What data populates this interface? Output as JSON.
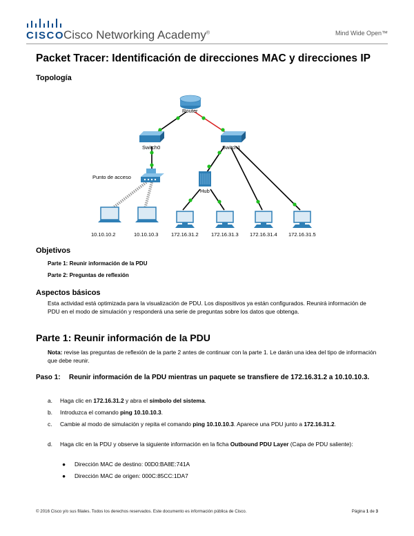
{
  "header": {
    "logo_word": "CISCO",
    "academy": "Cisco Networking Academy",
    "trademark": "®",
    "tagline": "Mind Wide Open™"
  },
  "document": {
    "title": "Packet Tracer: Identificación de direcciones MAC y direcciones IP",
    "topology_heading": "Topología"
  },
  "topology": {
    "router_label": "Router",
    "switch0_label": "Switch0",
    "switch1_label": "Switch1",
    "ap_label": "Punto de acceso",
    "hub_label": "Hub",
    "pc1_ip": "10.10.10.2",
    "pc2_ip": "10.10.10.3",
    "pc3_ip": "172.16.31.2",
    "pc4_ip": "172.16.31.3",
    "pc5_ip": "172.16.31.4",
    "pc6_ip": "172.16.31.5"
  },
  "objectives": {
    "heading": "Objetivos",
    "part1": "Parte 1: Reunir información de la PDU",
    "part2": "Parte 2: Preguntas de reflexión"
  },
  "background": {
    "heading": "Aspectos básicos",
    "text": "Esta actividad está optimizada para la visualización de PDU. Los dispositivos ya están configurados. Reunirá información de PDU en el modo de simulación y responderá una serie de preguntas sobre los datos que obtenga."
  },
  "part1": {
    "heading": "Parte 1: Reunir información de la PDU",
    "note_label": "Nota:",
    "note_text": " revise las preguntas de reflexión de la parte 2 antes de continuar con la parte 1. Le darán una idea del tipo de información que debe reunir.",
    "step_num": "Paso 1:",
    "step_title": "Reunir información de la PDU mientras un paquete se transfiere de 172.16.31.2 a 10.10.10.3.",
    "a_label": "a.",
    "a_pre": "Haga clic en ",
    "a_ip": "172.16.31.2",
    "a_mid": " y abra el ",
    "a_bold": "símbolo del sistema",
    "a_end": ".",
    "b_label": "b.",
    "b_pre": "Introduzca el comando ",
    "b_bold": "ping 10.10.10.3",
    "b_end": ".",
    "c_label": "c.",
    "c_pre": "Cambie al modo de simulación y repita el comando ",
    "c_bold": "ping 10.10.10.3",
    "c_mid": ". Aparece una PDU junto a ",
    "c_ip": "172.16.31.2",
    "c_end": ".",
    "d_label": "d.",
    "d_pre": "Haga clic en la PDU y observe la siguiente información en la ficha ",
    "d_bold": "Outbound PDU Layer",
    "d_end": " (Capa de PDU saliente):",
    "bullet1": "Dirección MAC de destino: 00D0:BA8E:741A",
    "bullet2": "Dirección MAC de origen: 000C:85CC:1DA7"
  },
  "footer": {
    "copyright": "© 2016 Cisco y/o sus filiales. Todos los derechos reservados. Este documento es información pública de Cisco.",
    "page_word": "Página ",
    "page_num": "1",
    "page_of": " de ",
    "page_total": "3"
  },
  "colors": {
    "brand_blue": "#0d4a8a",
    "link_green": "#1fbf1f",
    "link_red": "#d92020",
    "device_blue": "#2f7fb6"
  }
}
